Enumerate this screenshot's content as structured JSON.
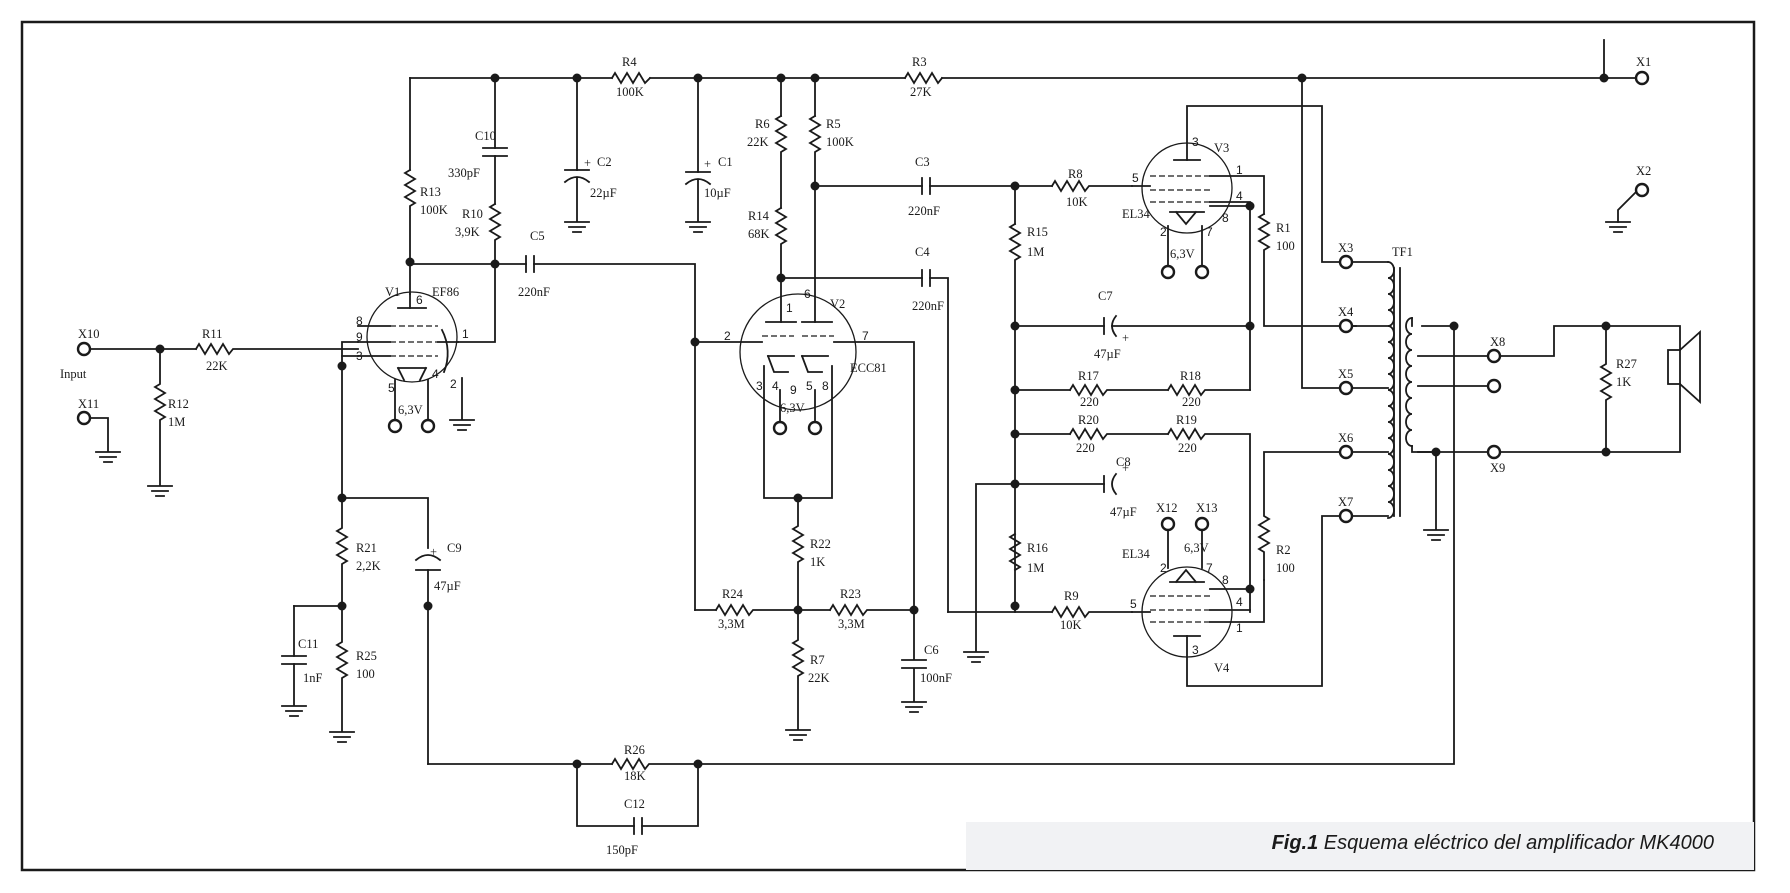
{
  "caption": {
    "figure": "Fig.1",
    "text": "Esquema eléctrico del amplificador MK4000"
  },
  "labels": {
    "x1": "X1",
    "x2": "X2",
    "x3": "X3",
    "x4": "X4",
    "x5": "X5",
    "x6": "X6",
    "x7": "X7",
    "x8": "X8",
    "x9": "X9",
    "x10": "X10",
    "x11": "X11",
    "x12": "X12",
    "x13": "X13",
    "input": "Input",
    "r1": "R1",
    "r1v": "100",
    "r2": "R2",
    "r2v": "100",
    "r3": "R3",
    "r3v": "27K",
    "r4": "R4",
    "r4v": "100K",
    "r5": "R5",
    "r5v": "100K",
    "r6": "R6",
    "r6v": "22K",
    "r7": "R7",
    "r7v": "22K",
    "r8": "R8",
    "r8v": "10K",
    "r9": "R9",
    "r9v": "10K",
    "r10": "R10",
    "r10v": "3,9K",
    "r11": "R11",
    "r11v": "22K",
    "r12": "R12",
    "r12v": "1M",
    "r13": "R13",
    "r13v": "100K",
    "r14": "R14",
    "r14v": "68K",
    "r15": "R15",
    "r15v": "1M",
    "r16": "R16",
    "r16v": "1M",
    "r17": "R17",
    "r17v": "220",
    "r18": "R18",
    "r18v": "220",
    "r19": "R19",
    "r19v": "220",
    "r20": "R20",
    "r20v": "220",
    "r21": "R21",
    "r21v": "2,2K",
    "r22": "R22",
    "r22v": "1K",
    "r23": "R23",
    "r23v": "3,3M",
    "r24": "R24",
    "r24v": "3,3M",
    "r25": "R25",
    "r25v": "100",
    "r26": "R26",
    "r26v": "18K",
    "r27": "R27",
    "r27v": "1K",
    "c1": "C1",
    "c1v": "10µF",
    "c2": "C2",
    "c2v": "22µF",
    "c3": "C3",
    "c3v": "220nF",
    "c4": "C4",
    "c4v": "220nF",
    "c5": "C5",
    "c5v": "220nF",
    "c6": "C6",
    "c6v": "100nF",
    "c7": "C7",
    "c7v": "47µF",
    "c8": "C8",
    "c8v": "47µF",
    "c9": "C9",
    "c9v": "47µF",
    "c10": "C10",
    "c10v": "330pF",
    "c11": "C11",
    "c11v": "1nF",
    "c12": "C12",
    "c12v": "150pF",
    "v1": "V1",
    "v1t": "EF86",
    "v2": "V2",
    "v2t": "ECC81",
    "v3": "V3",
    "v3t": "EL34",
    "v4": "V4",
    "v4t": "EL34",
    "tf1": "TF1",
    "heater": "6,3V",
    "plus": "+",
    "p1": "1",
    "p2": "2",
    "p3": "3",
    "p4": "4",
    "p5": "5",
    "p6": "6",
    "p7": "7",
    "p8": "8",
    "p9": "9"
  }
}
